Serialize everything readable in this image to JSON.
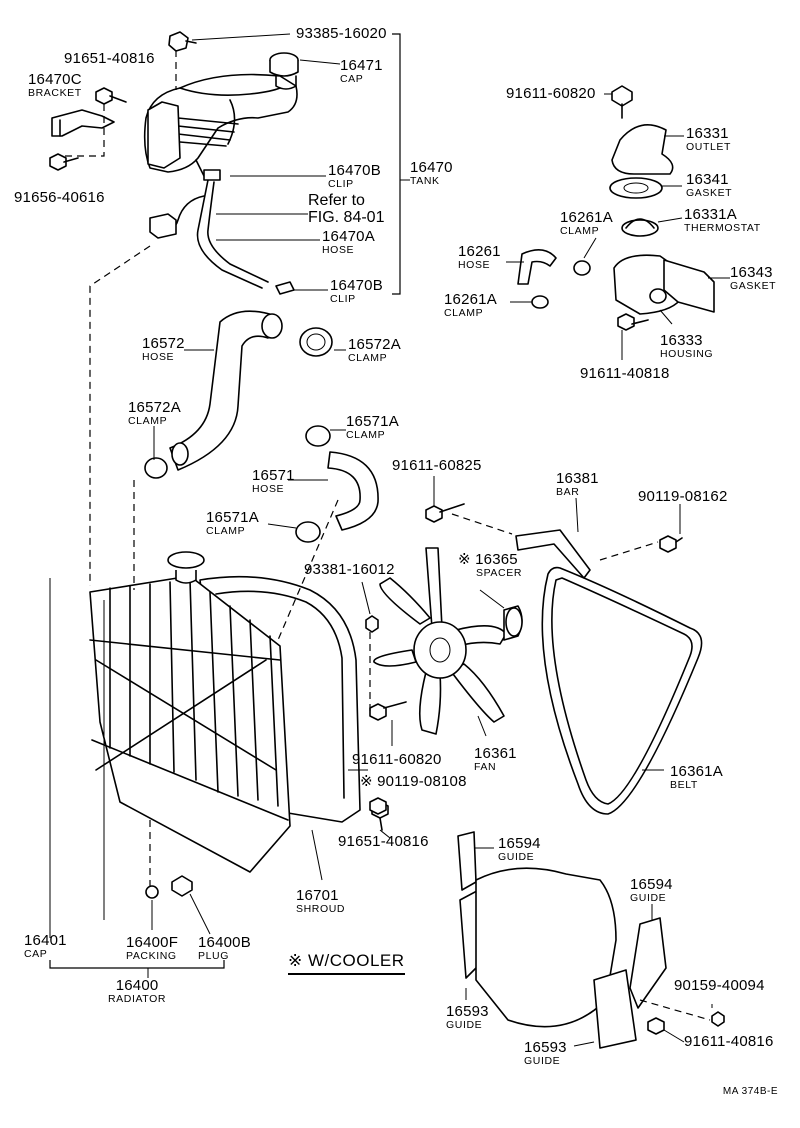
{
  "title_note": {
    "refer_line1": "Refer to",
    "refer_line2": "FIG. 84-01"
  },
  "legend": {
    "with_cooler": "※ W/COOLER"
  },
  "drawing_code": "MA 374B-E",
  "callouts": {
    "p93385": {
      "pn": "93385-16020"
    },
    "p91651a": {
      "pn": "91651-40816"
    },
    "p16470c": {
      "pn": "16470C",
      "nm": "BRACKET"
    },
    "p16471": {
      "pn": "16471",
      "nm": "CAP"
    },
    "p91656": {
      "pn": "91656-40616"
    },
    "p16470b1": {
      "pn": "16470B",
      "nm": "CLIP"
    },
    "p16470": {
      "pn": "16470",
      "nm": "TANK"
    },
    "p16470a": {
      "pn": "16470A",
      "nm": "HOSE"
    },
    "p16470b2": {
      "pn": "16470B",
      "nm": "CLIP"
    },
    "p91611a": {
      "pn": "91611-60820"
    },
    "p16331": {
      "pn": "16331",
      "nm": "OUTLET"
    },
    "p16341": {
      "pn": "16341",
      "nm": "GASKET"
    },
    "p16261a1": {
      "pn": "16261A",
      "nm": "CLAMP"
    },
    "p16331a": {
      "pn": "16331A",
      "nm": "THERMOSTAT"
    },
    "p16261": {
      "pn": "16261",
      "nm": "HOSE"
    },
    "p16343": {
      "pn": "16343",
      "nm": "GASKET"
    },
    "p16261a2": {
      "pn": "16261A",
      "nm": "CLAMP"
    },
    "p16333": {
      "pn": "16333",
      "nm": "HOUSING"
    },
    "p91611b": {
      "pn": "91611-40818"
    },
    "p16572": {
      "pn": "16572",
      "nm": "HOSE"
    },
    "p16572a1": {
      "pn": "16572A",
      "nm": "CLAMP"
    },
    "p16572a2": {
      "pn": "16572A",
      "nm": "CLAMP"
    },
    "p16571a1": {
      "pn": "16571A",
      "nm": "CLAMP"
    },
    "p16571": {
      "pn": "16571",
      "nm": "HOSE"
    },
    "p91611c": {
      "pn": "91611-60825"
    },
    "p16381": {
      "pn": "16381",
      "nm": "BAR"
    },
    "p90119a": {
      "pn": "90119-08162"
    },
    "p16571a2": {
      "pn": "16571A",
      "nm": "CLAMP"
    },
    "p16365": {
      "pn": "※ 16365",
      "nm": "SPACER"
    },
    "p93381": {
      "pn": "93381-16012"
    },
    "p91611d": {
      "pn": "91611-60820"
    },
    "p16361": {
      "pn": "16361",
      "nm": "FAN"
    },
    "p90119b": {
      "pn": "※ 90119-08108"
    },
    "p16361a": {
      "pn": "16361A",
      "nm": "BELT"
    },
    "p91651b": {
      "pn": "91651-40816"
    },
    "p16701": {
      "pn": "16701",
      "nm": "SHROUD"
    },
    "p16594a": {
      "pn": "16594",
      "nm": "GUIDE"
    },
    "p16594b": {
      "pn": "16594",
      "nm": "GUIDE"
    },
    "p16401": {
      "pn": "16401",
      "nm": "CAP"
    },
    "p16400f": {
      "pn": "16400F",
      "nm": "PACKING"
    },
    "p16400b": {
      "pn": "16400B",
      "nm": "PLUG"
    },
    "p16400": {
      "pn": "16400",
      "nm": "RADIATOR"
    },
    "p90159": {
      "pn": "90159-40094"
    },
    "p16593a": {
      "pn": "16593",
      "nm": "GUIDE"
    },
    "p91611e": {
      "pn": "91611-40816"
    },
    "p16593b": {
      "pn": "16593",
      "nm": "GUIDE"
    }
  }
}
